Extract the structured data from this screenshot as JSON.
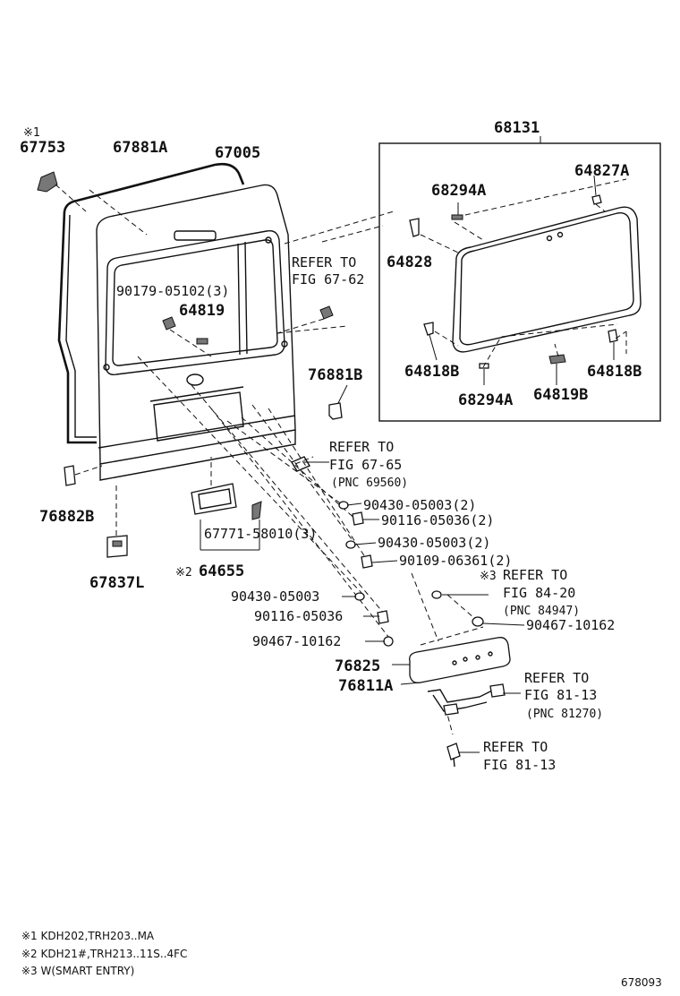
{
  "labels": {
    "p67753": "67753",
    "p67753_note": "※1",
    "p67881A": "67881A",
    "p67005": "67005",
    "p68131": "68131",
    "p64827A": "64827A",
    "p68294A_top": "68294A",
    "p64828": "64828",
    "p90179": "90179-05102(3)",
    "p64819": "64819",
    "p64818B_left": "64818B",
    "p68294A_bottom": "68294A",
    "p64819B": "64819B",
    "p64818B_right": "64818B",
    "p76881B": "76881B",
    "p76882B": "76882B",
    "p67837L": "67837L",
    "p67771": "67771-58010(3)",
    "p64655": "64655",
    "p64655_note": "※2",
    "p90430_a": "90430-05003(2)",
    "p90116_a": "90116-05036(2)",
    "p90430_b": "90430-05003(2)",
    "p90109": "90109-06361(2)",
    "p90430_c": "90430-05003",
    "p90116_b": "90116-05036",
    "p90467_a": "90467-10162",
    "p90467_b": "90467-10162",
    "p76825": "76825",
    "p76811A": "76811A"
  },
  "refs": {
    "r1_line1": "REFER TO",
    "r1_line2": "FIG 67-62",
    "r2_line1": "REFER TO",
    "r2_line2": "FIG 67-65",
    "r2_pnc": "(PNC 69560)",
    "r3_mark": "※3",
    "r3_line1": "REFER TO",
    "r3_line2": "FIG 84-20",
    "r3_pnc": "(PNC 84947)",
    "r4_line1": "REFER TO",
    "r4_line2": "FIG 81-13",
    "r4_pnc": "(PNC 81270)",
    "r5_line1": "REFER TO",
    "r5_line2": "FIG 81-13"
  },
  "notes": {
    "n1": "※1 KDH202,TRH203..MA",
    "n2": "※2 KDH21#,TRH213..11S..4FC",
    "n3": "※3 W(SMART ENTRY)"
  },
  "figure_id": "678093"
}
